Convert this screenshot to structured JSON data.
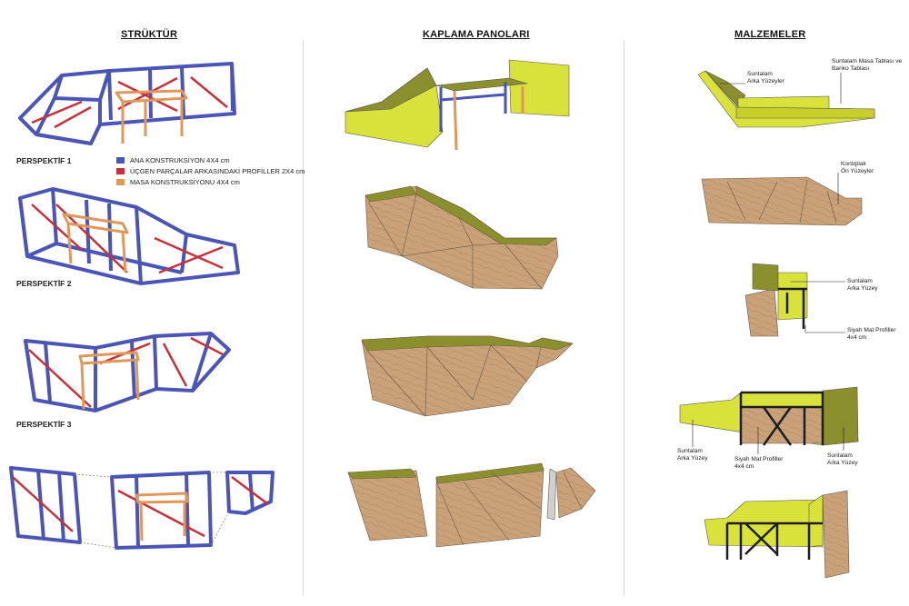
{
  "titles": {
    "structure": "STRÜKTÜR",
    "panels": "KAPLAMA PANOLARI",
    "materials": "MALZEMELER"
  },
  "perspectives": [
    "PERSPEKTİF 1",
    "PERSPEKTİF 2",
    "PERSPEKTİF 3"
  ],
  "legend": [
    {
      "label": "ANA KONSTRUKSİYON 4X4 cm",
      "color": "#4b55b5"
    },
    {
      "label": "ÜÇGEN PARÇALAR ARKASINDAKİ PROFİLLER 2X4 cm",
      "color": "#c8303a"
    },
    {
      "label": "MASA KONSTRUKSİYONU 4X4 cm",
      "color": "#e0985a"
    }
  ],
  "callouts": {
    "suntalam_arka_yuzeyler": "Suntalam\nArka Yüzeyler",
    "suntalam_masa_tablasi": "Suntalam Masa Tablası ve\nBanko Tablası",
    "kontrplak": "Kontrplak\nÖn Yüzeyler",
    "suntalam_arka_yuzey_1": "Suntalam\nArka Yüzey",
    "siyah_mat_1": "Siyah Mat Profiller\n4x4 cm",
    "suntalam_arka_yuzey_left": "Suntalam\nArka Yüzey",
    "siyah_mat_2": "Siyah Mat Profiller\n4x4 cm",
    "suntalam_arka_yuzey_right": "Suntalam\nArka Yüzey"
  },
  "colors": {
    "frame_blue": "#4b55b5",
    "brace_red": "#c8303a",
    "table_orange": "#e0985a",
    "suntalam_yellow": "#d9e23a",
    "olive_top": "#8c8f2e",
    "plywood": "#c9a27a",
    "black_profile": "#1d1d1d"
  }
}
